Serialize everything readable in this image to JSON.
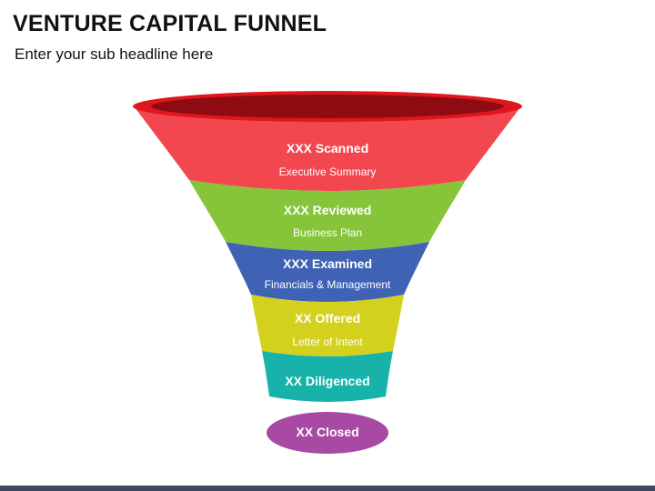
{
  "slide": {
    "title": "VENTURE CAPITAL FUNNEL",
    "subtitle": "Enter your sub headline here"
  },
  "funnel": {
    "stages": [
      {
        "label": "XXX Scanned",
        "sublabel": "Executive Summary",
        "color": "#f2474f"
      },
      {
        "label": "XXX Reviewed",
        "sublabel": "Business Plan",
        "color": "#86c53a"
      },
      {
        "label": "XXX Examined",
        "sublabel": "Financials & Management",
        "color": "#3f62b5"
      },
      {
        "label": "XX Offered",
        "sublabel": "Letter of Intent",
        "color": "#d4d11e"
      },
      {
        "label": "XX Diligenced",
        "sublabel": "",
        "color": "#17b2a9"
      }
    ],
    "final": {
      "label": "XX Closed",
      "color": "#a84aa3"
    },
    "rim_color": "#e0161e",
    "mouth_color": "#8e0b12"
  }
}
